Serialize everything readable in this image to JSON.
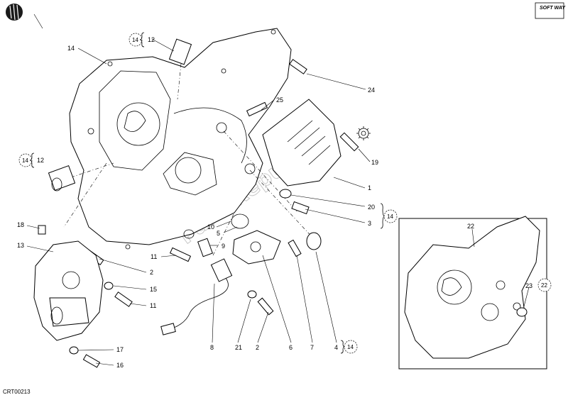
{
  "corner_brand": "SOFT WAY",
  "drawing_code": "CRT00213",
  "watermark": "PartsRepublik",
  "callouts": [
    {
      "id": "c14a",
      "text": "14"
    },
    {
      "id": "c24",
      "text": "24"
    },
    {
      "id": "c25",
      "text": "25"
    },
    {
      "id": "c19",
      "text": "19"
    },
    {
      "id": "c1",
      "text": "1"
    },
    {
      "id": "c20",
      "text": "20"
    },
    {
      "id": "c3",
      "text": "3"
    },
    {
      "id": "c18",
      "text": "18"
    },
    {
      "id": "c13",
      "text": "13"
    },
    {
      "id": "c10",
      "text": "10"
    },
    {
      "id": "c5",
      "text": "5"
    },
    {
      "id": "c9",
      "text": "9"
    },
    {
      "id": "c11a",
      "text": "11"
    },
    {
      "id": "c2a",
      "text": "2"
    },
    {
      "id": "c15",
      "text": "15"
    },
    {
      "id": "c11b",
      "text": "11"
    },
    {
      "id": "c17",
      "text": "17"
    },
    {
      "id": "c16",
      "text": "16"
    },
    {
      "id": "c8",
      "text": "8"
    },
    {
      "id": "c21",
      "text": "21"
    },
    {
      "id": "c2b",
      "text": "2"
    },
    {
      "id": "c6",
      "text": "6"
    },
    {
      "id": "c7",
      "text": "7"
    },
    {
      "id": "c4",
      "text": "4"
    },
    {
      "id": "c22",
      "text": "22"
    },
    {
      "id": "c23",
      "text": "23"
    }
  ],
  "refs": [
    {
      "id": "r14-12-top",
      "circle": "14",
      "num": "12"
    },
    {
      "id": "r14-12-left",
      "circle": "14",
      "num": "12"
    },
    {
      "id": "r14-right",
      "circle": "14",
      "num": ""
    },
    {
      "id": "r14-bottom",
      "circle": "14",
      "num": ""
    },
    {
      "id": "r22",
      "circle": "22",
      "num": ""
    }
  ]
}
